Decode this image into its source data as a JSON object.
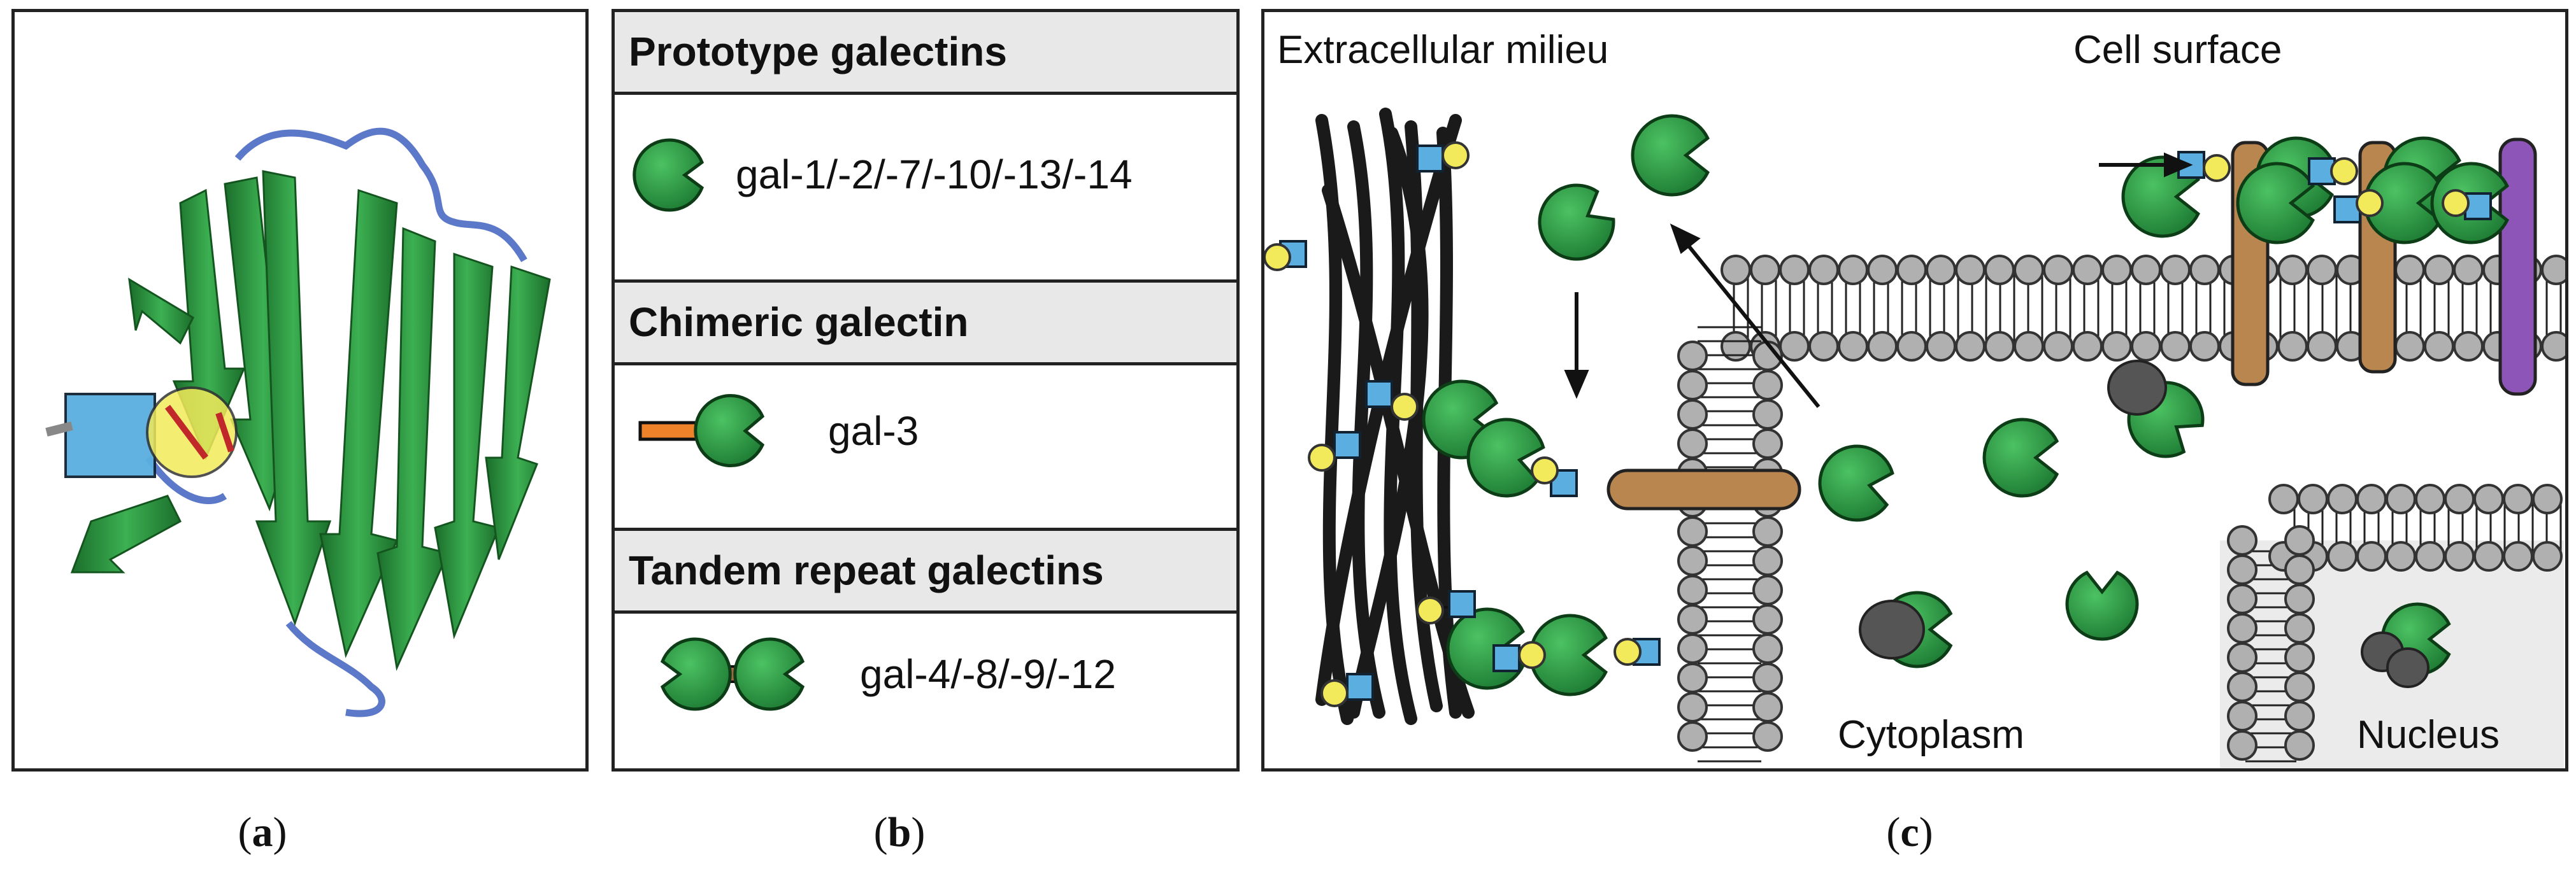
{
  "panel_a": {
    "caption": "a"
  },
  "panel_b": {
    "caption": "b",
    "groups": [
      {
        "heading": "Prototype galectins",
        "members": "gal-1/-2/-7/-10/-13/-14"
      },
      {
        "heading": "Chimeric galectin",
        "members": "gal-3"
      },
      {
        "heading": "Tandem repeat galectins",
        "members": "gal-4/-8/-9/-12"
      }
    ]
  },
  "panel_c": {
    "caption": "c",
    "labels": {
      "extracellular": "Extracellular milieu",
      "cell_surface": "Cell surface",
      "cytoplasm": "Cytoplasm",
      "nucleus": "Nucleus"
    }
  },
  "colors": {
    "galectin_green": "#2e9a45",
    "galectin_dark": "#1a6b2c",
    "ribbon_blue": "#5b78c9",
    "glycan_square": "#5aaee0",
    "glycan_circle": "#f2ea5a",
    "glycoprotein_brown": "#b8864e",
    "glycoprotein_purple": "#8d55b8",
    "lipid_head": "#b0b0b0",
    "chimeric_tail": "#f0822a",
    "ecm_fiber": "#1a1a1a"
  }
}
